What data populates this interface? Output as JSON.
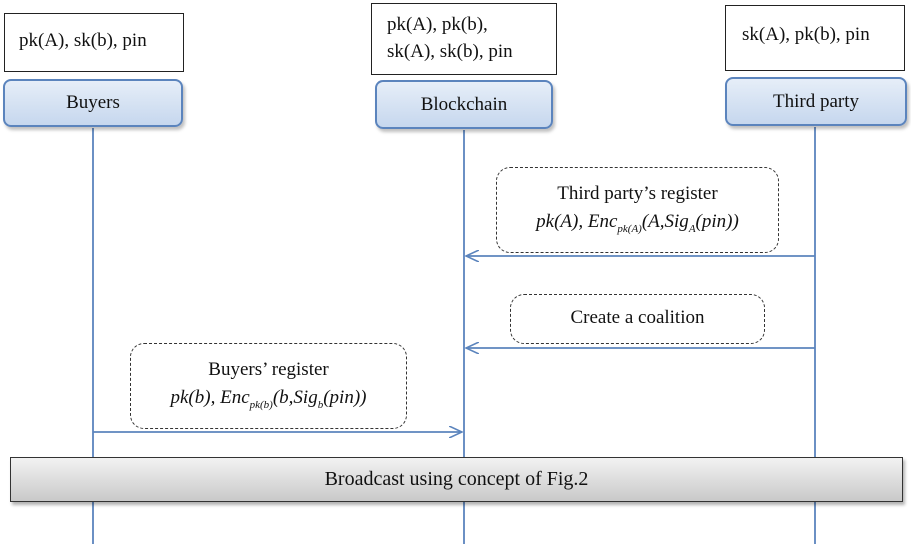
{
  "keys": {
    "buyers": [
      "pk(A), sk(b), pin"
    ],
    "blockchain": [
      "pk(A), pk(b),",
      "sk(A), sk(b), pin"
    ],
    "third_party": [
      "sk(A), pk(b), pin"
    ]
  },
  "actors": {
    "buyers": "Buyers",
    "blockchain": "Blockchain",
    "third_party": "Third party"
  },
  "messages": {
    "third_party_register": {
      "title": "Third party’s register",
      "f1": "pk(A), Enc",
      "f1_sub": "pk(A)",
      "f2": "(A,Sig",
      "f2_sub": "A",
      "f3": "(pin))"
    },
    "coalition": {
      "title": "Create a coalition"
    },
    "buyers_register": {
      "title": "Buyers’ register",
      "f1": "pk(b), Enc",
      "f1_sub": "pk(b)",
      "f2": "(b,Sig",
      "f2_sub": "b",
      "f3": "(pin))"
    }
  },
  "broadcast": "Broadcast using concept of Fig.2",
  "colors": {
    "lifeline": "#5b84bd",
    "actor_border": "#5b84bd"
  }
}
